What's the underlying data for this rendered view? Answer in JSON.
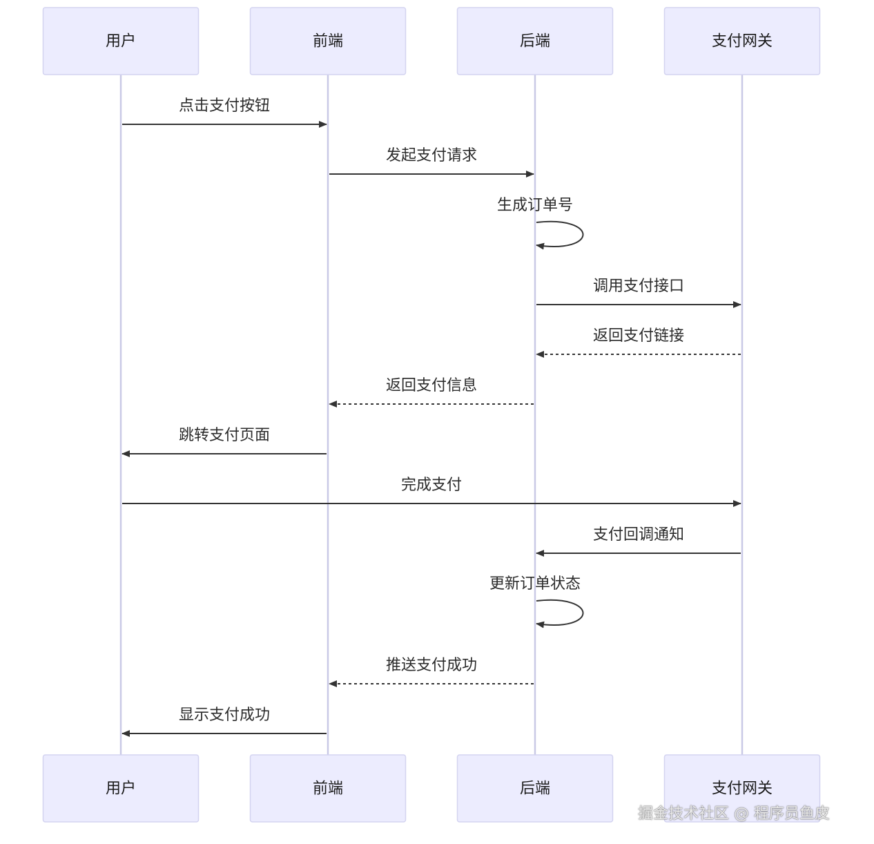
{
  "participants": [
    {
      "id": "user",
      "label": "用户"
    },
    {
      "id": "frontend",
      "label": "前端"
    },
    {
      "id": "backend",
      "label": "后端"
    },
    {
      "id": "gateway",
      "label": "支付网关"
    }
  ],
  "messages": [
    {
      "from": "user",
      "to": "frontend",
      "label": "点击支付按钮",
      "style": "solid"
    },
    {
      "from": "frontend",
      "to": "backend",
      "label": "发起支付请求",
      "style": "solid"
    },
    {
      "from": "backend",
      "to": "backend",
      "label": "生成订单号",
      "style": "self"
    },
    {
      "from": "backend",
      "to": "gateway",
      "label": "调用支付接口",
      "style": "solid"
    },
    {
      "from": "gateway",
      "to": "backend",
      "label": "返回支付链接",
      "style": "dashed"
    },
    {
      "from": "backend",
      "to": "frontend",
      "label": "返回支付信息",
      "style": "dashed"
    },
    {
      "from": "frontend",
      "to": "user",
      "label": "跳转支付页面",
      "style": "solid"
    },
    {
      "from": "user",
      "to": "gateway",
      "label": "完成支付",
      "style": "solid"
    },
    {
      "from": "gateway",
      "to": "backend",
      "label": "支付回调通知",
      "style": "solid"
    },
    {
      "from": "backend",
      "to": "backend",
      "label": "更新订单状态",
      "style": "self"
    },
    {
      "from": "backend",
      "to": "frontend",
      "label": "推送支付成功",
      "style": "dashed"
    },
    {
      "from": "frontend",
      "to": "user",
      "label": "显示支付成功",
      "style": "solid"
    }
  ],
  "watermark": "掘金技术社区 @ 程序员鱼皮",
  "colors": {
    "actor_fill": "#ececfe",
    "actor_border": "#d3d3f0",
    "lifeline": "#c9c9e6",
    "arrow": "#333333"
  }
}
